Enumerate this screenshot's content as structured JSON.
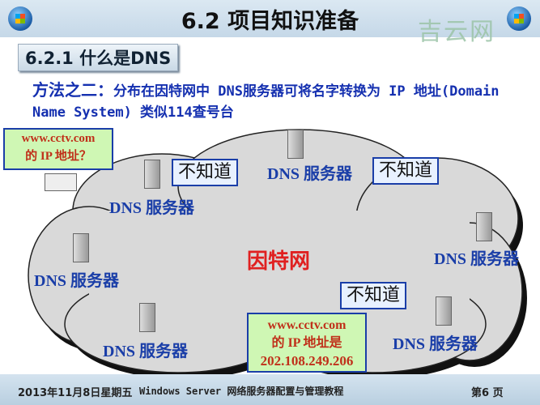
{
  "header": {
    "title": "6.2 项目知识准备",
    "watermark": "吉云网"
  },
  "subtitle": "6.2.1 什么是DNS",
  "body": {
    "lead": "方法之二：",
    "text": "分布在因特网中 DNS服务器可将名字转换为 IP 地址(Domain Name System) 类似114查号台"
  },
  "diagram": {
    "cloud_label": "因特网",
    "question": {
      "line1": "www.cctv.com",
      "line2": "的 IP 地址？"
    },
    "answer": {
      "line1": "www.cctv.com",
      "line2": "的 IP 地址是",
      "ip": "202.108.249.206"
    },
    "dns_label": "DNS 服务器",
    "unknown": "不知道"
  },
  "footer": {
    "date": "2013年11月8日星期五",
    "course": "Windows Server 网络服务器配置与管理教程",
    "page": "第6 页"
  }
}
